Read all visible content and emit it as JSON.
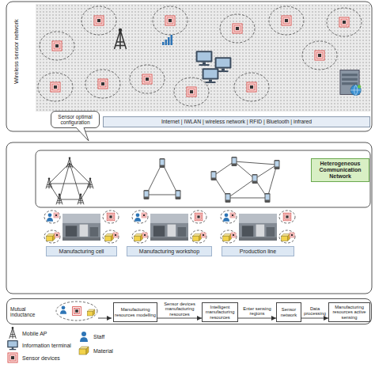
{
  "diagram": {
    "nodes": [
      {
        "text": [
          "Wireless sensor network"
        ]
      },
      {
        "text": [
          "Sensor optimal configuration"
        ]
      },
      {
        "text": [
          "Internet | IWLAN | wireless network | RFID | Bluetooth | infrared"
        ]
      },
      {
        "text": [
          "Heterogeneous Communication Network"
        ]
      },
      {
        "text": [
          "Manufacturing cell"
        ]
      },
      {
        "text": [
          "Manufacturing workshop"
        ]
      },
      {
        "text": [
          "Production line"
        ]
      },
      {
        "text": [
          "Mutual inductance"
        ]
      },
      {
        "text": [
          "Manufacturing resources modelling"
        ],
        "in": 7
      },
      {
        "text": [
          "Intelligent manufacturing resources"
        ],
        "in": 7
      },
      {
        "text": [
          "Sensor network"
        ],
        "in": 7
      },
      {
        "text": [
          "Manufacturing resources active sensing"
        ],
        "in": 7
      }
    ],
    "edges": [
      {
        "from": 8,
        "to": 9,
        "label": "Sensor devices manufacturing resources",
        "arrow": "to"
      },
      {
        "from": 9,
        "to": 10,
        "label": "Enter sensing regions",
        "arrow": "to"
      },
      {
        "from": 10,
        "to": 11,
        "label": "Data processing",
        "arrow": "to"
      }
    ],
    "legend": [
      {
        "text": "Mobile AP"
      },
      {
        "text": "Information terminal"
      },
      {
        "text": "Sensor devices"
      },
      {
        "text": "Staff"
      },
      {
        "text": "Material"
      }
    ]
  }
}
